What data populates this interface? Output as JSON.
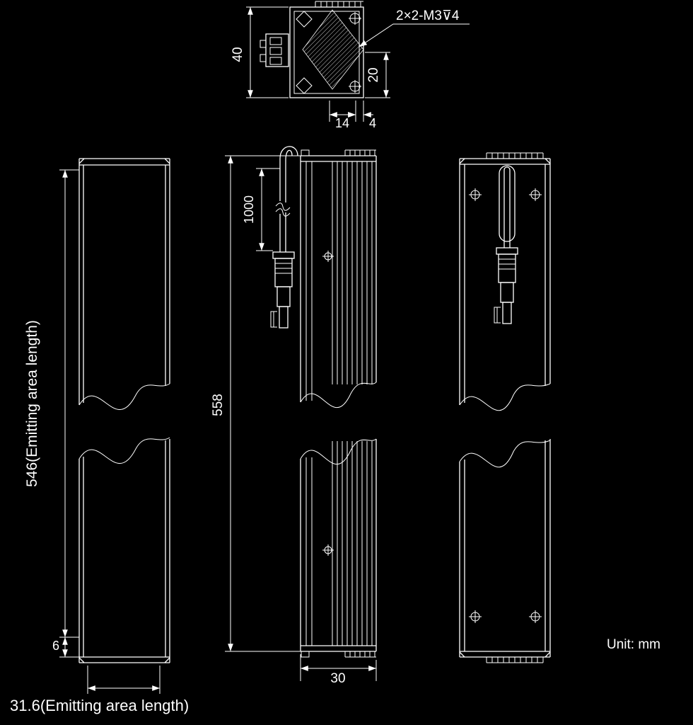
{
  "drawing": {
    "unit_label": "Unit: mm",
    "colors": {
      "background": "#000000",
      "line": "#ffffff"
    },
    "top_view": {
      "callout": "2×2-M3⊽4",
      "dim_height": "40",
      "dim_side_offset": "20",
      "dim_hole_pitch": "14",
      "dim_edge_offset": "4"
    },
    "front_view": {
      "dim_emitting_length": "546(Emitting area length)",
      "dim_bottom_offset": "6",
      "dim_emitting_width": "31.6(Emitting area length)"
    },
    "side_view": {
      "dim_overall_length": "558",
      "dim_cable_length": "1000",
      "dim_depth": "30"
    }
  }
}
